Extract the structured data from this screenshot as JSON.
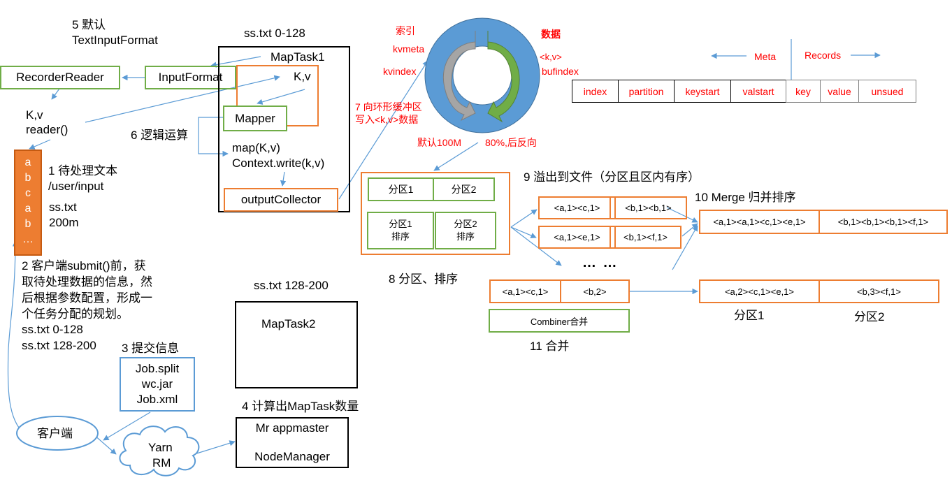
{
  "diagram": {
    "title": "MapReduce MapTask workflow",
    "colors": {
      "green_box": "#70ad47",
      "orange_box": "#ed7d31",
      "blue_arrow": "#5b9bd5",
      "annotation_red": "#ff0000",
      "ring_gray": "#a5a5a5",
      "ring_green": "#548235"
    }
  },
  "step5": {
    "label_line1": "5 默认",
    "label_line2": "TextInputFormat"
  },
  "recorder_reader": {
    "label": "RecorderReader"
  },
  "input_format": {
    "label": "InputFormat"
  },
  "reader_output": {
    "line1": "K,v",
    "line2": "reader()"
  },
  "step6": {
    "label": "6 逻辑运算"
  },
  "input_text": {
    "chars": [
      "a",
      "b",
      "c",
      "a",
      "b",
      "…"
    ],
    "step_label": "1 待处理文本",
    "path": "/user/input",
    "file": "ss.txt",
    "size": "200m"
  },
  "step2": {
    "lines": [
      "2 客户端submit()前，获",
      "取待处理数据的信息，然",
      "后根据参数配置，形成一",
      "个任务分配的规划。"
    ],
    "split1": "ss.txt  0-128",
    "split2": "ss.txt  128-200"
  },
  "step3": {
    "label": "3 提交信息",
    "files": [
      "Job.split",
      "wc.jar",
      "Job.xml"
    ]
  },
  "client": {
    "label": "客户端"
  },
  "yarn": {
    "line1": "Yarn",
    "line2": "RM"
  },
  "step4": {
    "label": "4 计算出MapTask数量"
  },
  "appmaster": {
    "line1": "Mr appmaster",
    "line2": "NodeManager"
  },
  "maptask1": {
    "split_label": "ss.txt 0-128",
    "title": "MapTask1",
    "kv": "K,v",
    "mapper": "Mapper",
    "map_line1": "map(K,v)",
    "map_line2": "Context.write(k,v)",
    "collector": "outputCollector"
  },
  "maptask2": {
    "split_label": "ss.txt 128-200",
    "title": "MapTask2"
  },
  "ring_buffer": {
    "index_label": "索引",
    "kvmeta": "kvmeta",
    "kvindex": "kvindex",
    "data_label": "数据",
    "kv": "<k,v>",
    "bufindex": "bufindex",
    "default_size": "默认100M",
    "threshold": "80%,后反向",
    "step7_line1": "7 向环形缓冲区",
    "step7_line2": "写入<k,v>数据"
  },
  "meta_layout": {
    "meta_label": "Meta",
    "records_label": "Records",
    "meta_cells": [
      "index",
      "partition",
      "keystart",
      "valstart"
    ],
    "record_cells": [
      "key",
      "value",
      "unsued"
    ]
  },
  "partition_sort": {
    "p1": "分区1",
    "p2": "分区2",
    "p1_sorted_line1": "分区1",
    "p1_sorted_line2": "排序",
    "p2_sorted_line1": "分区2",
    "p2_sorted_line2": "排序",
    "step8": "8 分区、排序"
  },
  "spill": {
    "step9": "9 溢出到文件（分区且区内有序）",
    "files": [
      {
        "p1": "<a,1><c,1>",
        "p2": "<b,1><b,1>"
      },
      {
        "p1": "<a,1><e,1>",
        "p2": "<b,1><f,1>"
      }
    ],
    "ellipsis": "… …"
  },
  "merge": {
    "step10": "10 Merge 归并排序",
    "p1": "<a,1><a,1><c,1><e,1>",
    "p2": "<b,1><b,1><b,1><f,1>"
  },
  "combiner": {
    "p1": "<a,1><c,1>",
    "p2": "<b,2>",
    "label": "Combiner合并",
    "step11": "11 合并"
  },
  "final_output": {
    "p1": "<a,2><c,1><e,1>",
    "p2": "<b,3><f,1>",
    "p1_label": "分区1",
    "p2_label": "分区2"
  }
}
